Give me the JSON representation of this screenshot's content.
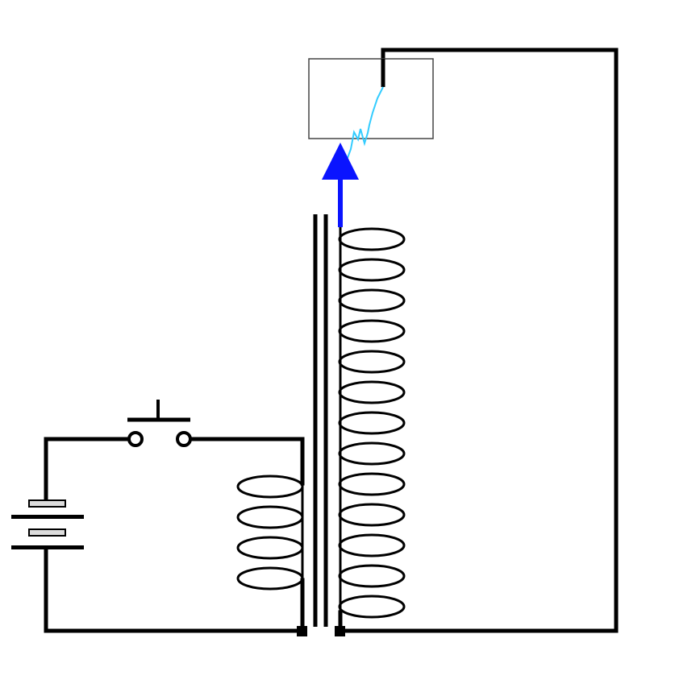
{
  "diagram": {
    "type": "circuit-schematic",
    "components": [
      {
        "id": "battery",
        "kind": "dc-battery",
        "cells": 2
      },
      {
        "id": "push-switch",
        "kind": "push-button-switch",
        "state": "open"
      },
      {
        "id": "primary-coil",
        "kind": "inductor-coil",
        "turns": 4
      },
      {
        "id": "iron-core",
        "kind": "transformer-core",
        "bars": 2
      },
      {
        "id": "secondary-coil",
        "kind": "inductor-coil",
        "turns": 13
      },
      {
        "id": "spark-gap",
        "kind": "spark-gap-box"
      },
      {
        "id": "spark",
        "kind": "electric-spark"
      },
      {
        "id": "output-arrow",
        "kind": "arrow",
        "direction": "up"
      }
    ],
    "colors": {
      "wire": "#000000",
      "arrow": "#0a14ff",
      "spark": "#33ccff",
      "battery_plate": "#dcdcdc",
      "box_border": "#444444",
      "background": "#ffffff"
    }
  }
}
